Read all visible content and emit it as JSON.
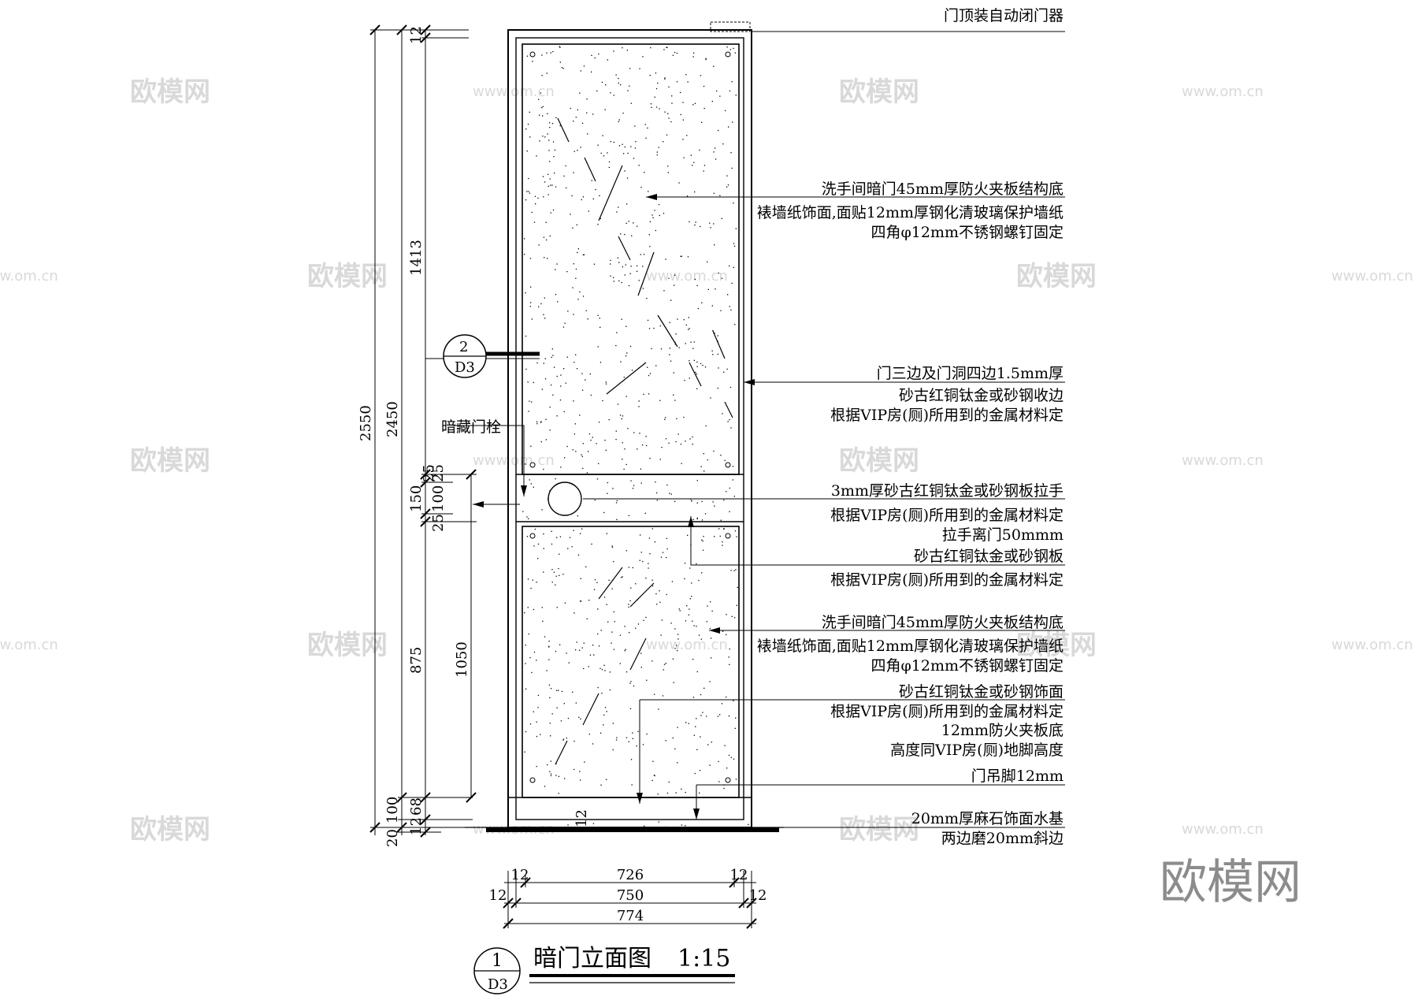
{
  "watermarks": {
    "brand": "欧模网",
    "site": "www.om.cn"
  },
  "annotations": {
    "closer": "门顶装自动闭门器",
    "upper_panel_1": "洗手间暗门45mm厚防火夹板结构底",
    "upper_panel_2": "裱墙纸饰面,面贴12mm厚钢化清玻璃保护墙纸",
    "upper_panel_3": "四角φ12mm不锈钢螺钉固定",
    "edge_1": "门三边及门洞四边1.5mm厚",
    "edge_2": "砂古红铜钛金或砂钢收边",
    "edge_3": "根据VIP房(厕)所用到的金属材料定",
    "latch": "暗藏门栓",
    "handle_1": "3mm厚砂古红铜钛金或砂钢板拉手",
    "handle_2": "根据VIP房(厕)所用到的金属材料定",
    "handle_3": "拉手离门50mmm",
    "plate_1": "砂古红铜钛金或砂钢板",
    "plate_2": "根据VIP房(厕)所用到的金属材料定",
    "lower_panel_1": "洗手间暗门45mm厚防火夹板结构底",
    "lower_panel_2": "裱墙纸饰面,面贴12mm厚钢化清玻璃保护墙纸",
    "lower_panel_3": "四角φ12mm不锈钢螺钉固定",
    "kick_1": "砂古红铜钛金或砂钢饰面",
    "kick_2": "根据VIP房(厕)所用到的金属材料定",
    "kick_3": "12mm防火夹板底",
    "kick_4": "高度同VIP房(厕)地脚高度",
    "kick_5": "门吊脚12mm",
    "sill_1": "20mm厚麻石饰面水基",
    "sill_2": "两边磨20mm斜边"
  },
  "dimensions": {
    "overall_height": "2550",
    "door_height": "2450",
    "upper_height": "1413",
    "top_gap": "12",
    "handle_height": "150",
    "handle_25a": "25",
    "handle_25b": "25",
    "handle_100": "100",
    "handle_25c": "25",
    "lower_height": "875",
    "handle_from_floor": "1050",
    "base_100": "100",
    "base_68": "68",
    "base_20": "20",
    "base_12": "12",
    "sill_12": "12",
    "width_726": "726",
    "width_750": "750",
    "width_774": "774",
    "w12_left_top": "12",
    "w12_right_top": "12",
    "w12_left_mid": "12",
    "w12_right_mid": "12"
  },
  "detail_callout": {
    "number": "2",
    "sheet": "D3"
  },
  "title_block": {
    "number": "1",
    "sheet": "D3",
    "title": "暗门立面图",
    "scale": "1:15"
  }
}
